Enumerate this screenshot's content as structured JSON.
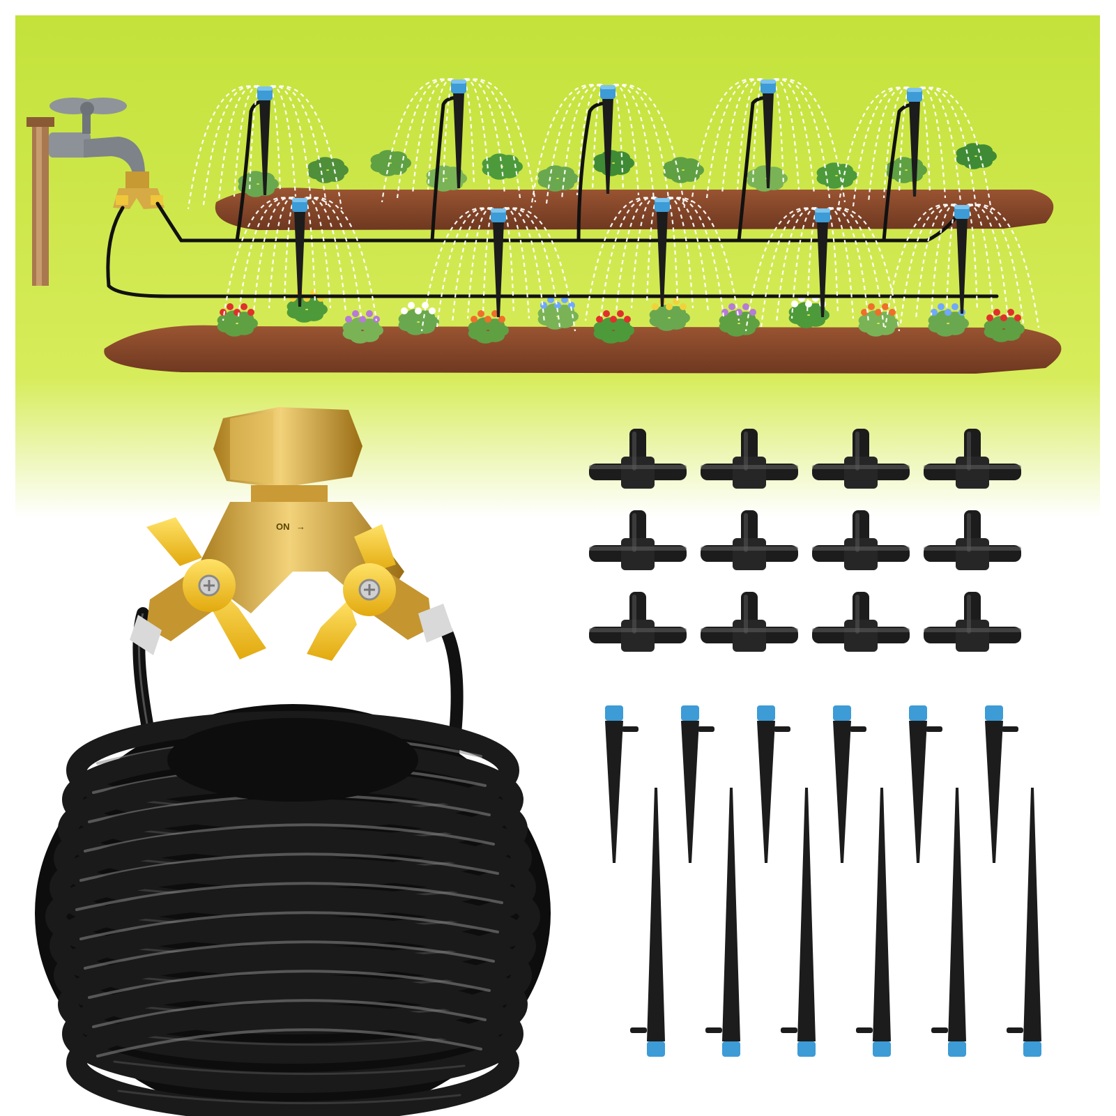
{
  "product": {
    "valve_marking": "ON",
    "valve_arrow": "→"
  },
  "colors": {
    "banner_top": "#c6e33a",
    "banner_bottom": "#ffffff",
    "soil": "#8b4a2a",
    "tubing": "#111111",
    "fitting_black": "#1c1c1c",
    "emitter_cap": "#3d9bd6",
    "brass": "#d4a642",
    "valve_handle": "#f3c522",
    "water_spray": "#ffffff",
    "faucet": "#8a8f94"
  },
  "scene_items": {
    "faucet_icon": "faucet-icon",
    "tee_connector_count": 12,
    "stake_emitter_count": 12,
    "sprinkler_count_in_illustration": 10
  }
}
